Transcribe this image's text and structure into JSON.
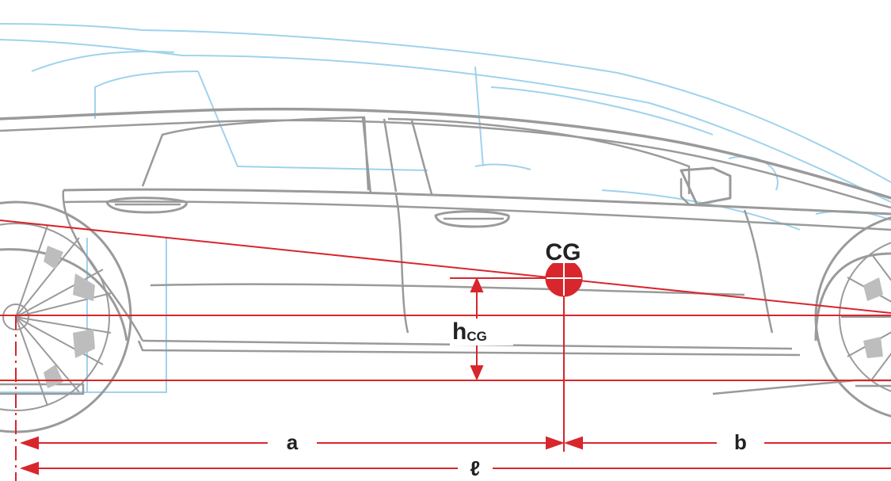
{
  "labels": {
    "cg": "CG",
    "h_main": "h",
    "h_sub": "CG",
    "a": "a",
    "b": "b",
    "wheelbase": "ℓ"
  },
  "colors": {
    "dimension_red": "#d8262c",
    "body_outline": "#9a9a9a",
    "ghost_outline": "#9fd3ec",
    "label_text": "#222222",
    "paper": "#ffffff"
  }
}
